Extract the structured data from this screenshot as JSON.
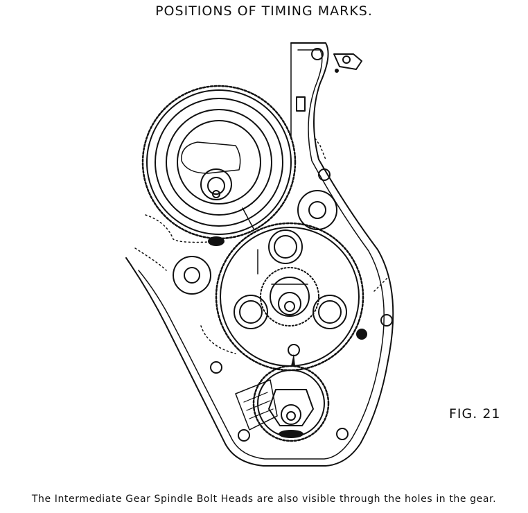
{
  "title": "POSITIONS OF TIMING MARKS.",
  "figure_label": "FIG. 21",
  "caption": "The Intermediate Gear Spindle Bolt Heads are also visible through the holes in the gear.",
  "colors": {
    "ink": "#111111",
    "paper": "#ffffff"
  }
}
